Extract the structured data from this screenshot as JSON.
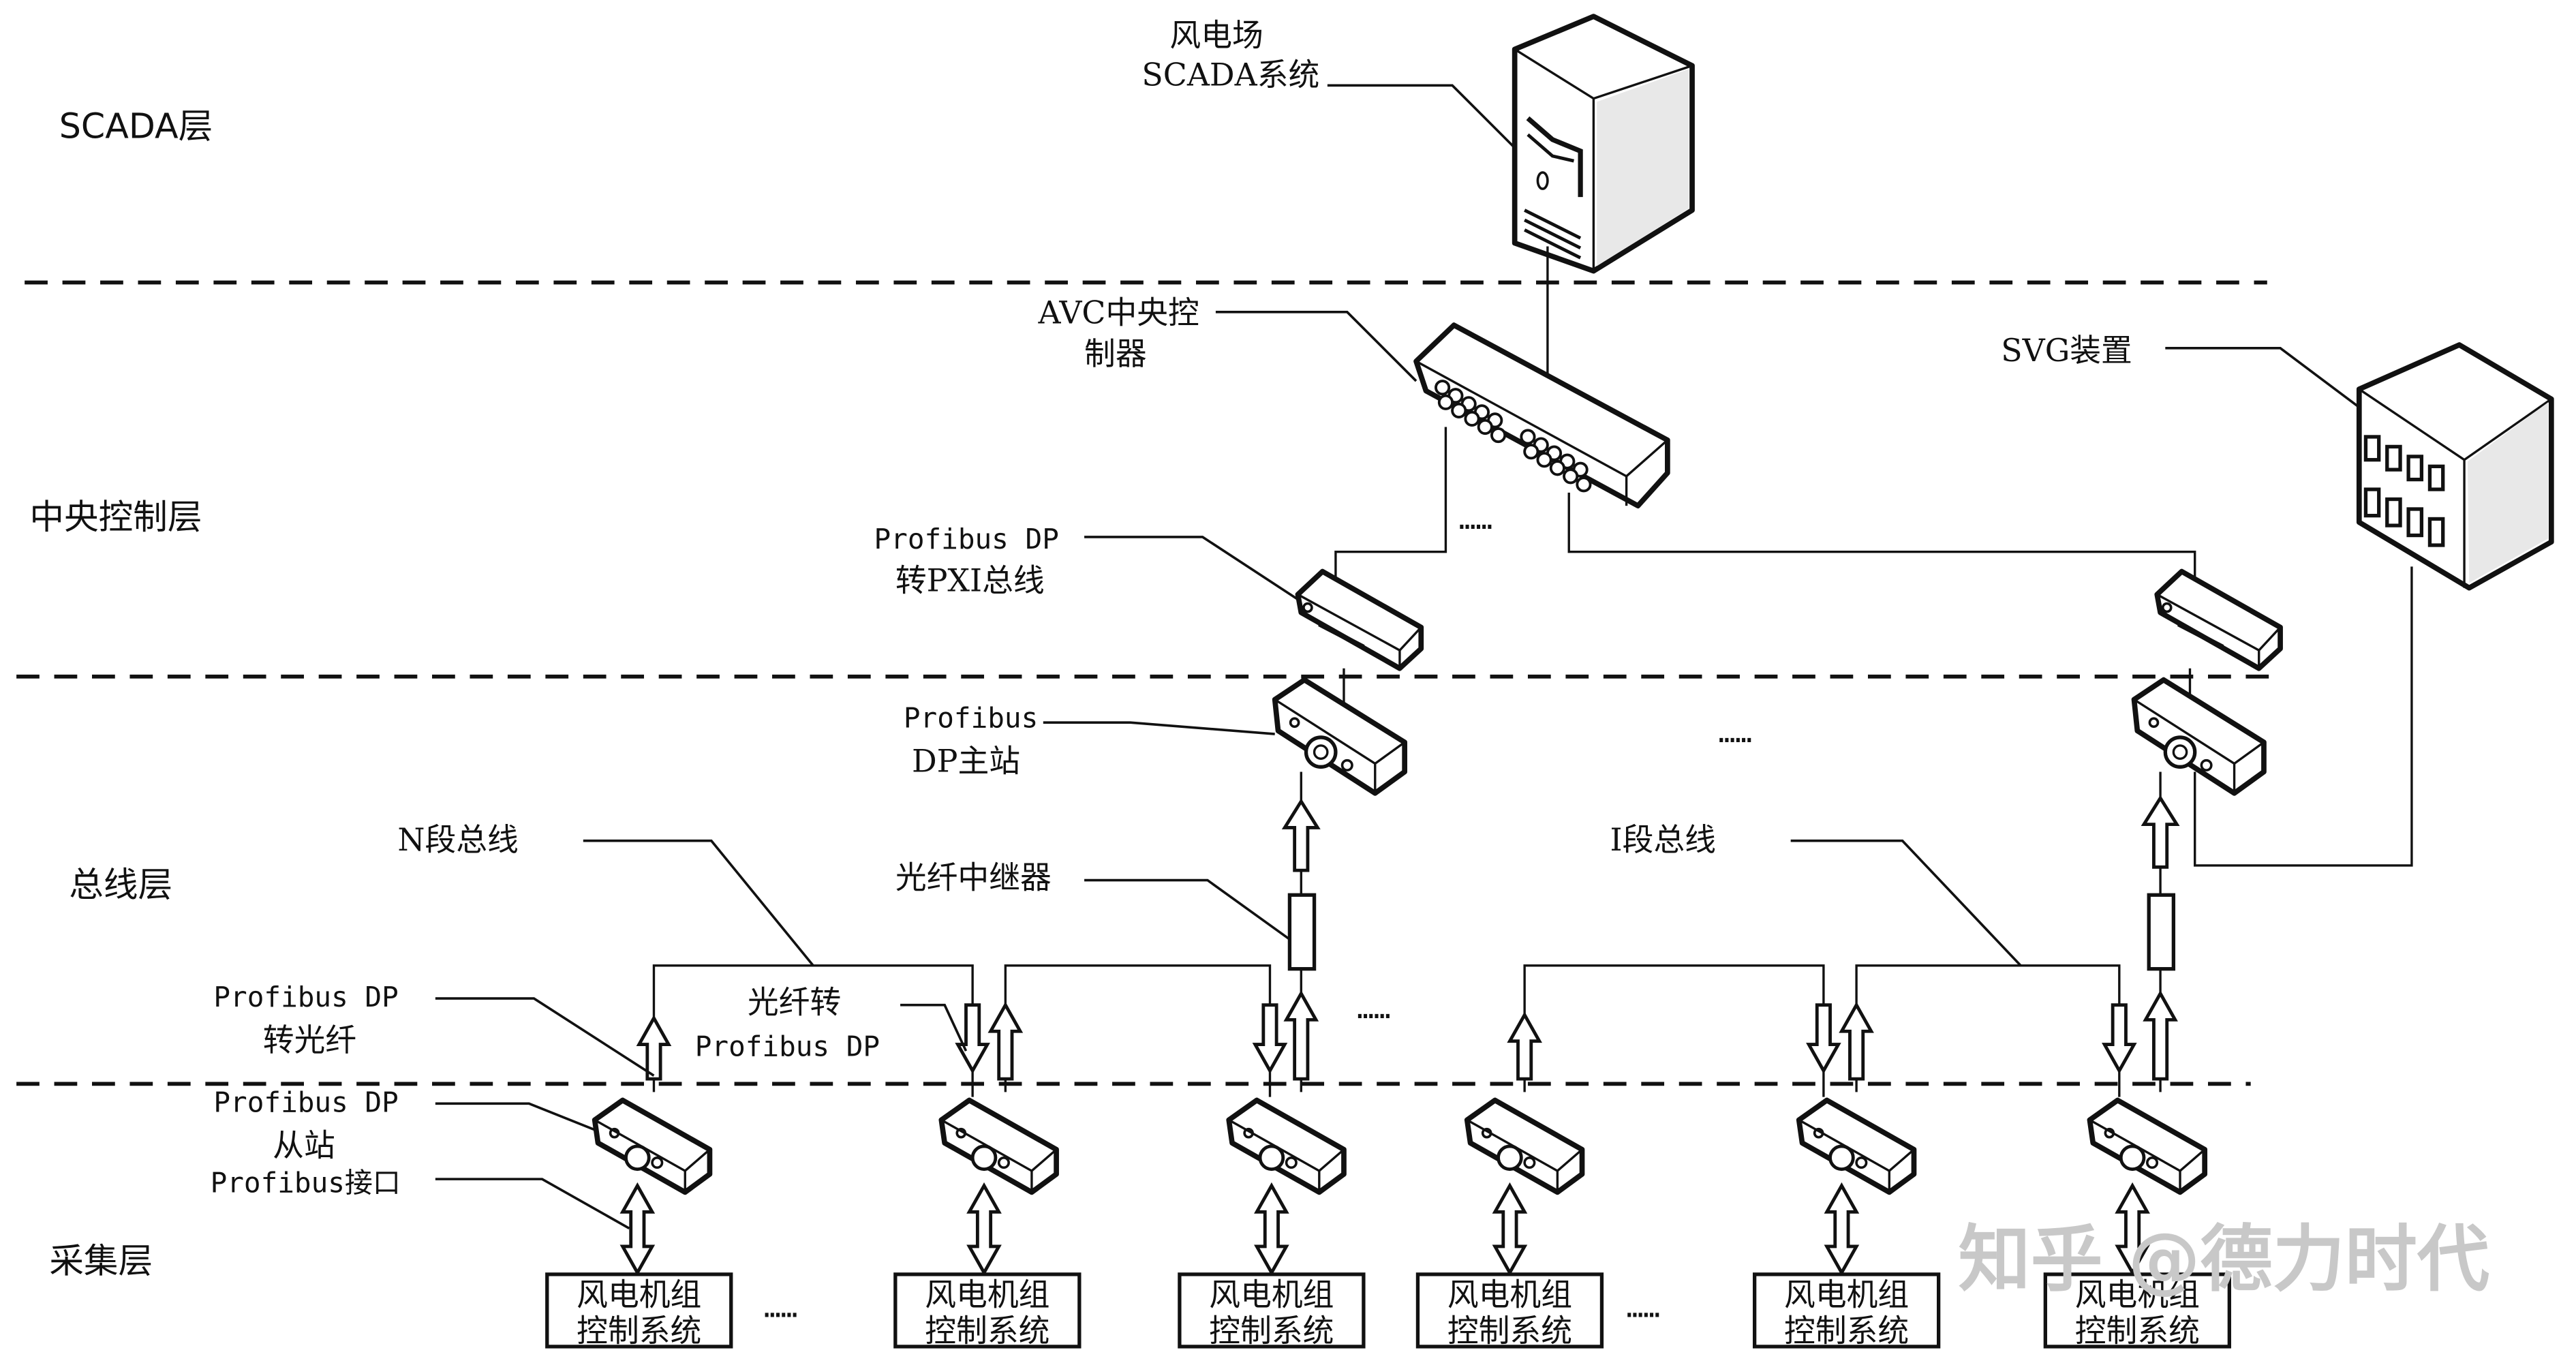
{
  "layers": {
    "scada": "SCADA层",
    "central": "中央控制层",
    "bus": "总线层",
    "acquisition": "采集层"
  },
  "labels": {
    "scada_system_line1": "风电场",
    "scada_system_line2": "SCADA系统",
    "avc_line1": "AVC中央控",
    "avc_line2": "制器",
    "svg_device": "SVG装置",
    "dp_pxi_line1": "Profibus DP",
    "dp_pxi_line2": "转PXI总线",
    "dp_master_line1": "Profibus",
    "dp_master_line2": "DP主站",
    "n_bus": "N段总线",
    "i_bus": "I段总线",
    "fiber_repeater": "光纤中继器",
    "dp_to_fiber_line1": "Profibus DP",
    "dp_to_fiber_line2": "转光纤",
    "fiber_to_dp_line1": "光纤转",
    "fiber_to_dp_line2": "Profibus DP",
    "dp_slave_line1": "Profibus DP",
    "dp_slave_line2": "从站",
    "profibus_interface": "Profibus接口"
  },
  "ellipsis": "……",
  "turbines": [
    {
      "line1": "风电机组",
      "line2": "控制系统"
    },
    {
      "line1": "风电机组",
      "line2": "控制系统"
    },
    {
      "line1": "风电机组",
      "line2": "控制系统"
    },
    {
      "line1": "风电机组",
      "line2": "控制系统"
    },
    {
      "line1": "风电机组",
      "line2": "控制系统"
    },
    {
      "line1": "风电机组",
      "line2": "控制系统"
    }
  ],
  "watermark": "知乎 @德力时代"
}
